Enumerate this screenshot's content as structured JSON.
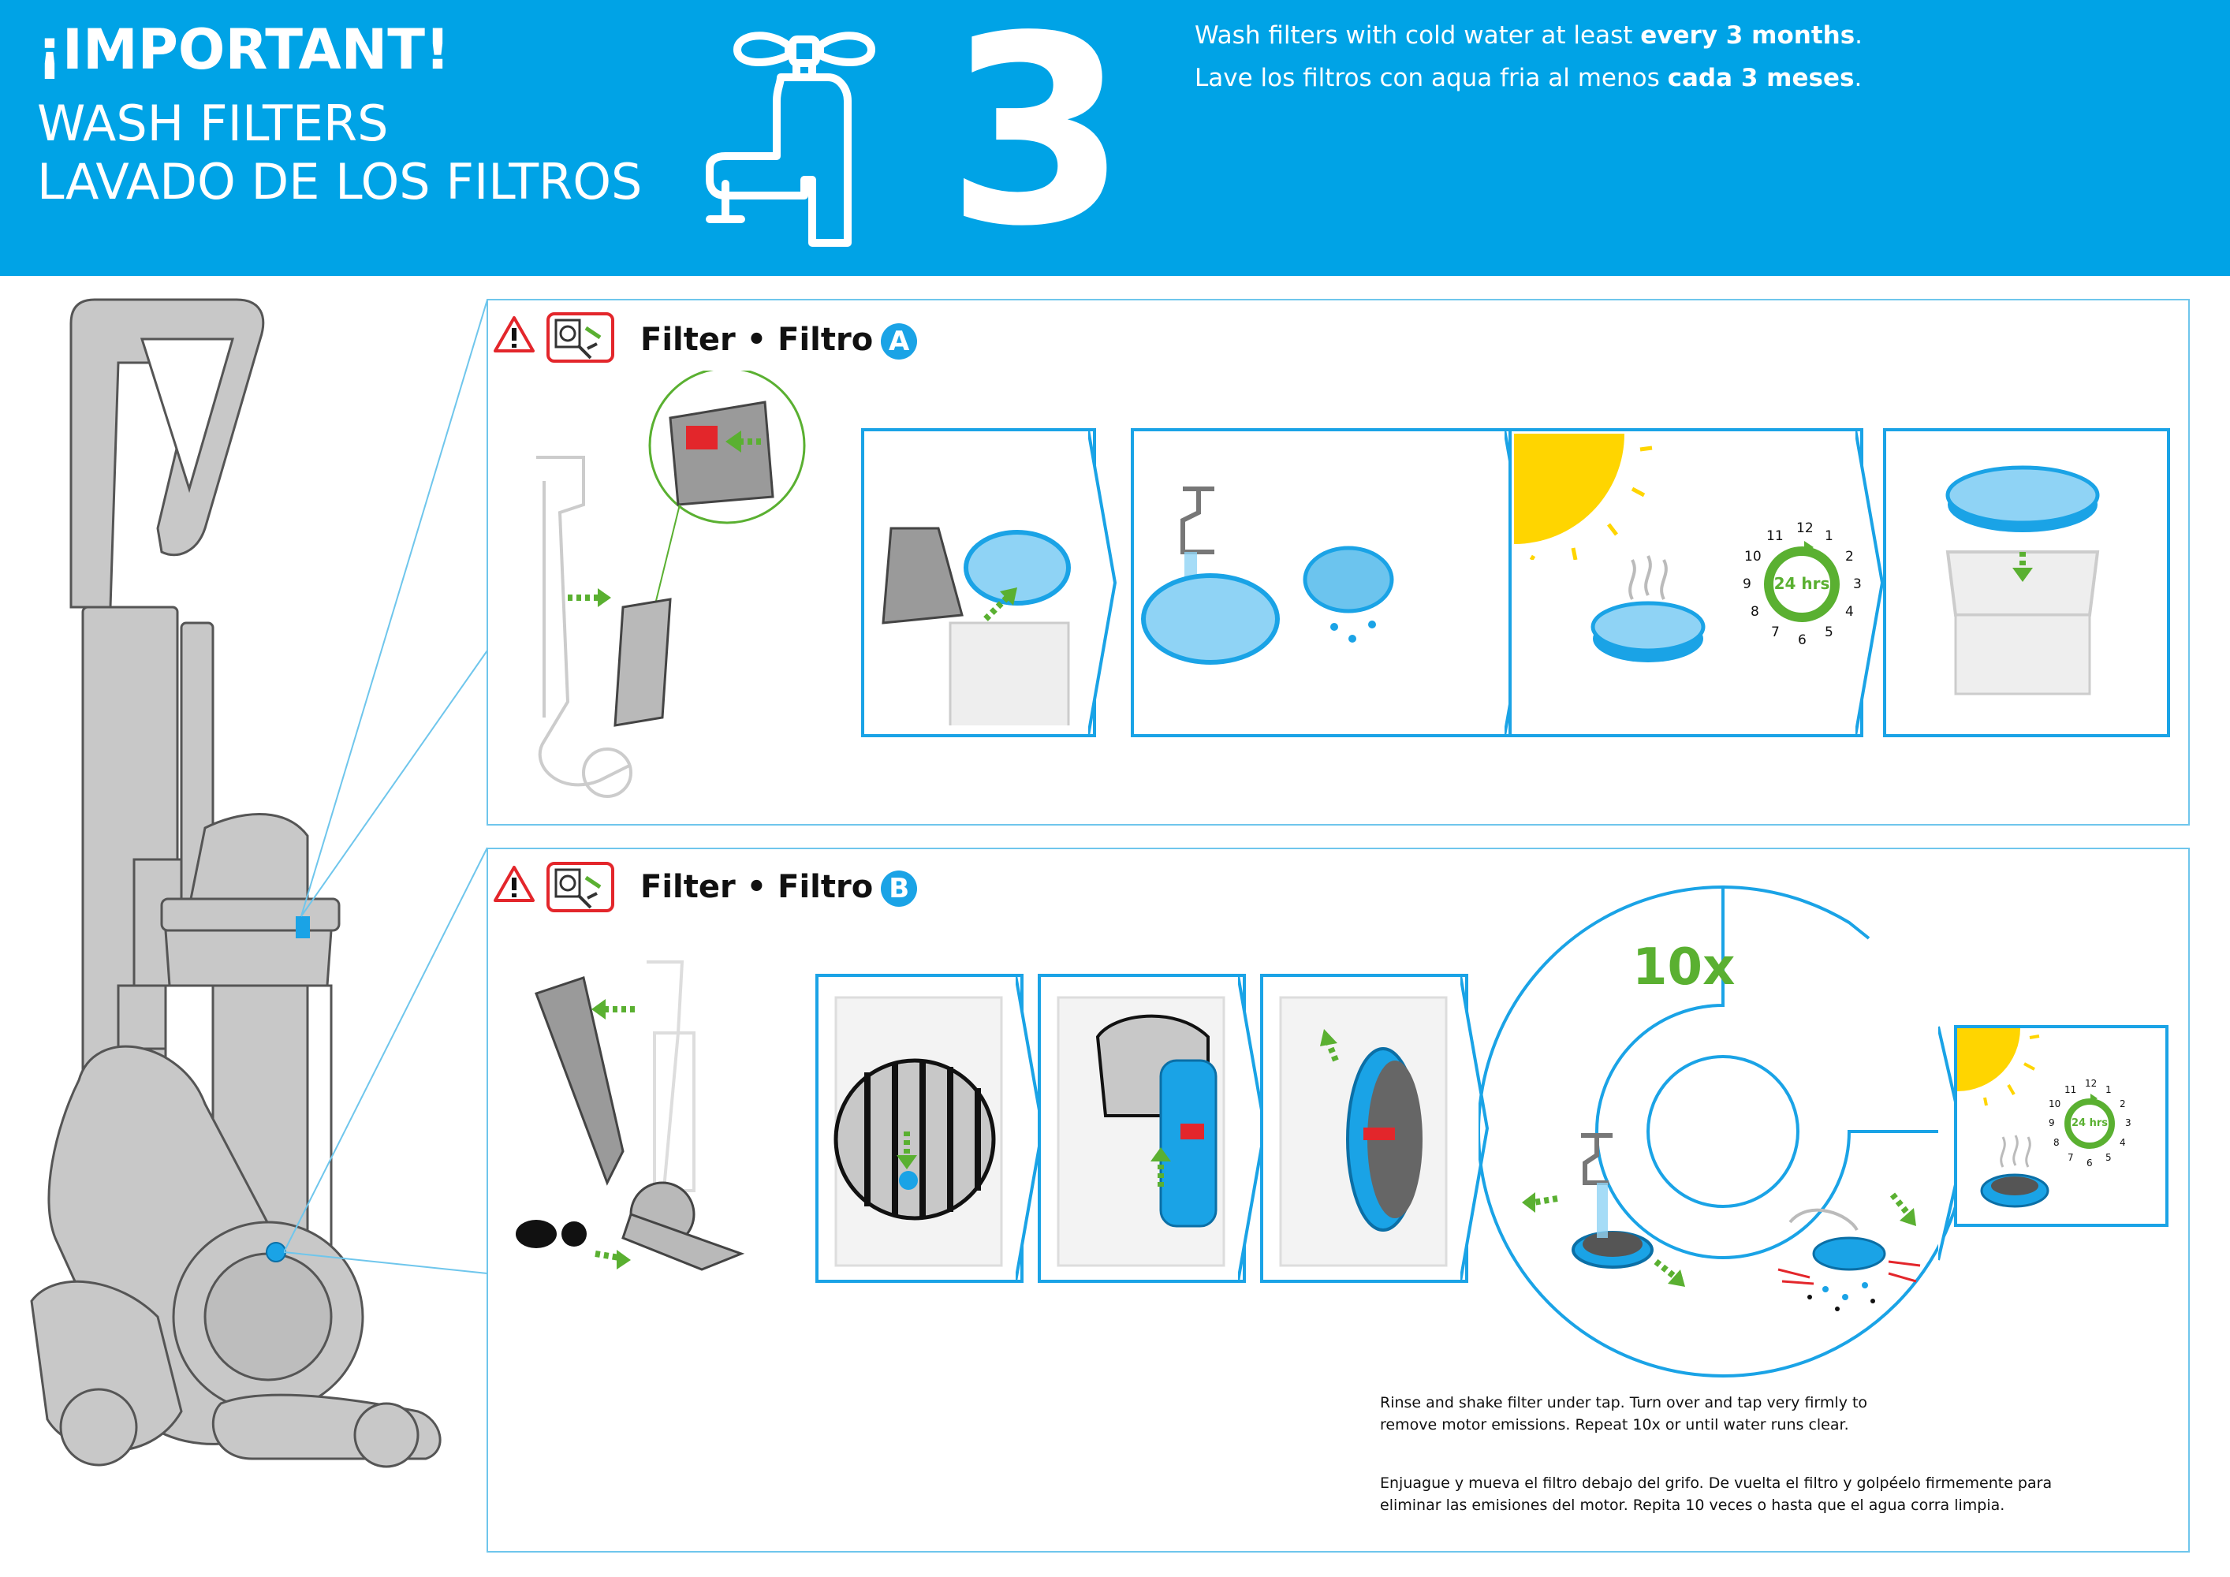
{
  "header": {
    "important": "¡IMPORTANT!",
    "title_en": "WASH FILTERS",
    "title_es": "LAVADO DE LOS FILTROS",
    "interval": "3",
    "note_en_prefix": "Wash filters with cold water at least ",
    "note_en_bold": "every 3 months",
    "note_en_suffix": ".",
    "note_es_prefix": "Lave los filtros con aqua fria al menos ",
    "note_es_bold": "cada 3 meses",
    "note_es_suffix": "."
  },
  "panel_a": {
    "title": "Filter • Filtro",
    "badge": "A",
    "clock_label": "24 hrs",
    "clock_numbers": [
      "12",
      "1",
      "2",
      "3",
      "4",
      "5",
      "6",
      "7",
      "8",
      "9",
      "10",
      "11"
    ]
  },
  "panel_b": {
    "title": "Filter • Filtro",
    "badge": "B",
    "repeat_label": "10x",
    "clock_label": "24 hrs",
    "clock_numbers": [
      "12",
      "1",
      "2",
      "3",
      "4",
      "5",
      "6",
      "7",
      "8",
      "9",
      "10",
      "11"
    ],
    "instructions_en_1": "Rinse and shake filter under tap. Turn over and tap very firmly to",
    "instructions_en_2": "remove motor emissions. Repeat 10x or until water runs clear.",
    "instructions_es_1": "Enjuague y mueva el filtro debajo del grifo. De vuelta el filtro y golpéelo firmemente para",
    "instructions_es_2": "eliminar las emisiones del motor. Repita 10 veces o hasta que el agua corra limpia."
  },
  "colors": {
    "brand_blue": "#00a3e6",
    "panel_border": "#6fc6ec",
    "step_border": "#1aa3e6",
    "arrow_green": "#5ab031",
    "sun_yellow": "#ffd500",
    "warning_red": "#e3262b",
    "machine_grey": "#c8c8c8"
  },
  "icons": {
    "tap": "tap-icon",
    "warning": "warning-icon",
    "unplug": "unplug-icon",
    "sun": "sun-icon",
    "clock": "clock-24h-icon"
  }
}
